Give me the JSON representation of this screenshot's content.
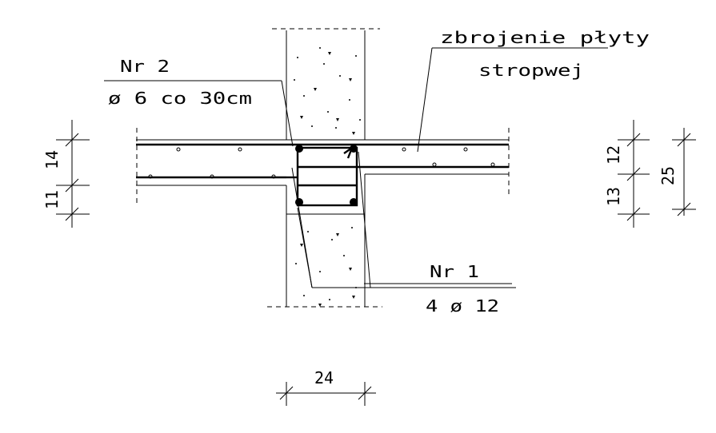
{
  "labels": {
    "slab_reinf_line1": "zbrojenie płyty",
    "slab_reinf_line2": "stropwej",
    "bar2_number": "Nr 2",
    "bar2_spec": "ø 6 co 30cm",
    "bar1_number": "Nr 1",
    "bar1_spec": "4 ø 12"
  },
  "dimensions": {
    "left_lower": "11",
    "left_upper": "14",
    "right_lower": "13",
    "right_upper": "12",
    "right_total": "25",
    "bottom_width": "24"
  }
}
